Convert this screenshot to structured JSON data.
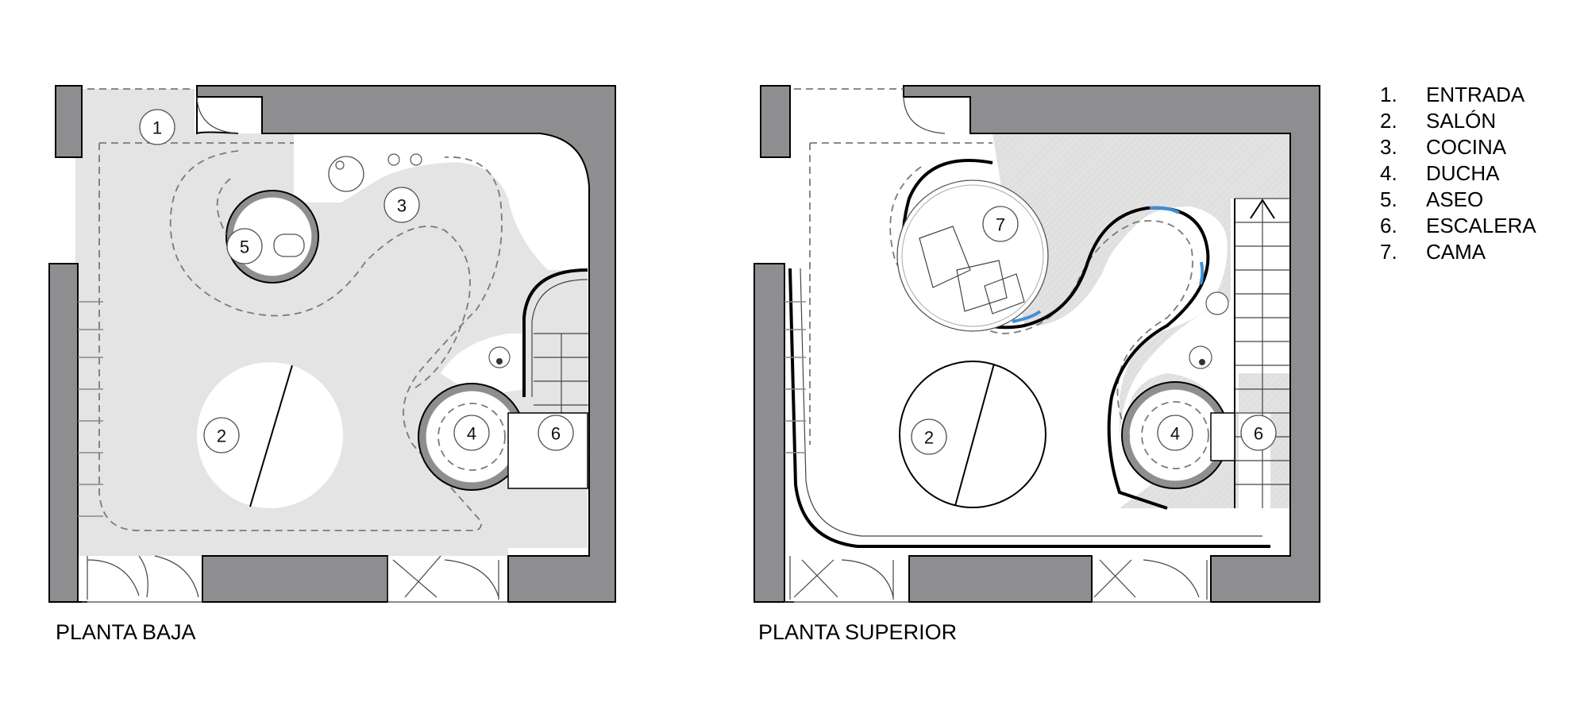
{
  "plans": [
    {
      "caption": "PLANTA BAJA",
      "rooms": [
        "1",
        "2",
        "3",
        "4",
        "5",
        "6"
      ]
    },
    {
      "caption": "PLANTA SUPERIOR",
      "rooms": [
        "2",
        "4",
        "6",
        "7"
      ]
    }
  ],
  "legend": [
    {
      "number": "1.",
      "label": "ENTRADA"
    },
    {
      "number": "2.",
      "label": "SALÓN"
    },
    {
      "number": "3.",
      "label": "COCINA"
    },
    {
      "number": "4.",
      "label": "DUCHA"
    },
    {
      "number": "5.",
      "label": "ASEO"
    },
    {
      "number": "6.",
      "label": "ESCALERA"
    },
    {
      "number": "7.",
      "label": "CAMA"
    }
  ],
  "colors": {
    "wall": "#8e8e90",
    "floor": "#e4e4e4",
    "accent": "#3f8fd6"
  }
}
